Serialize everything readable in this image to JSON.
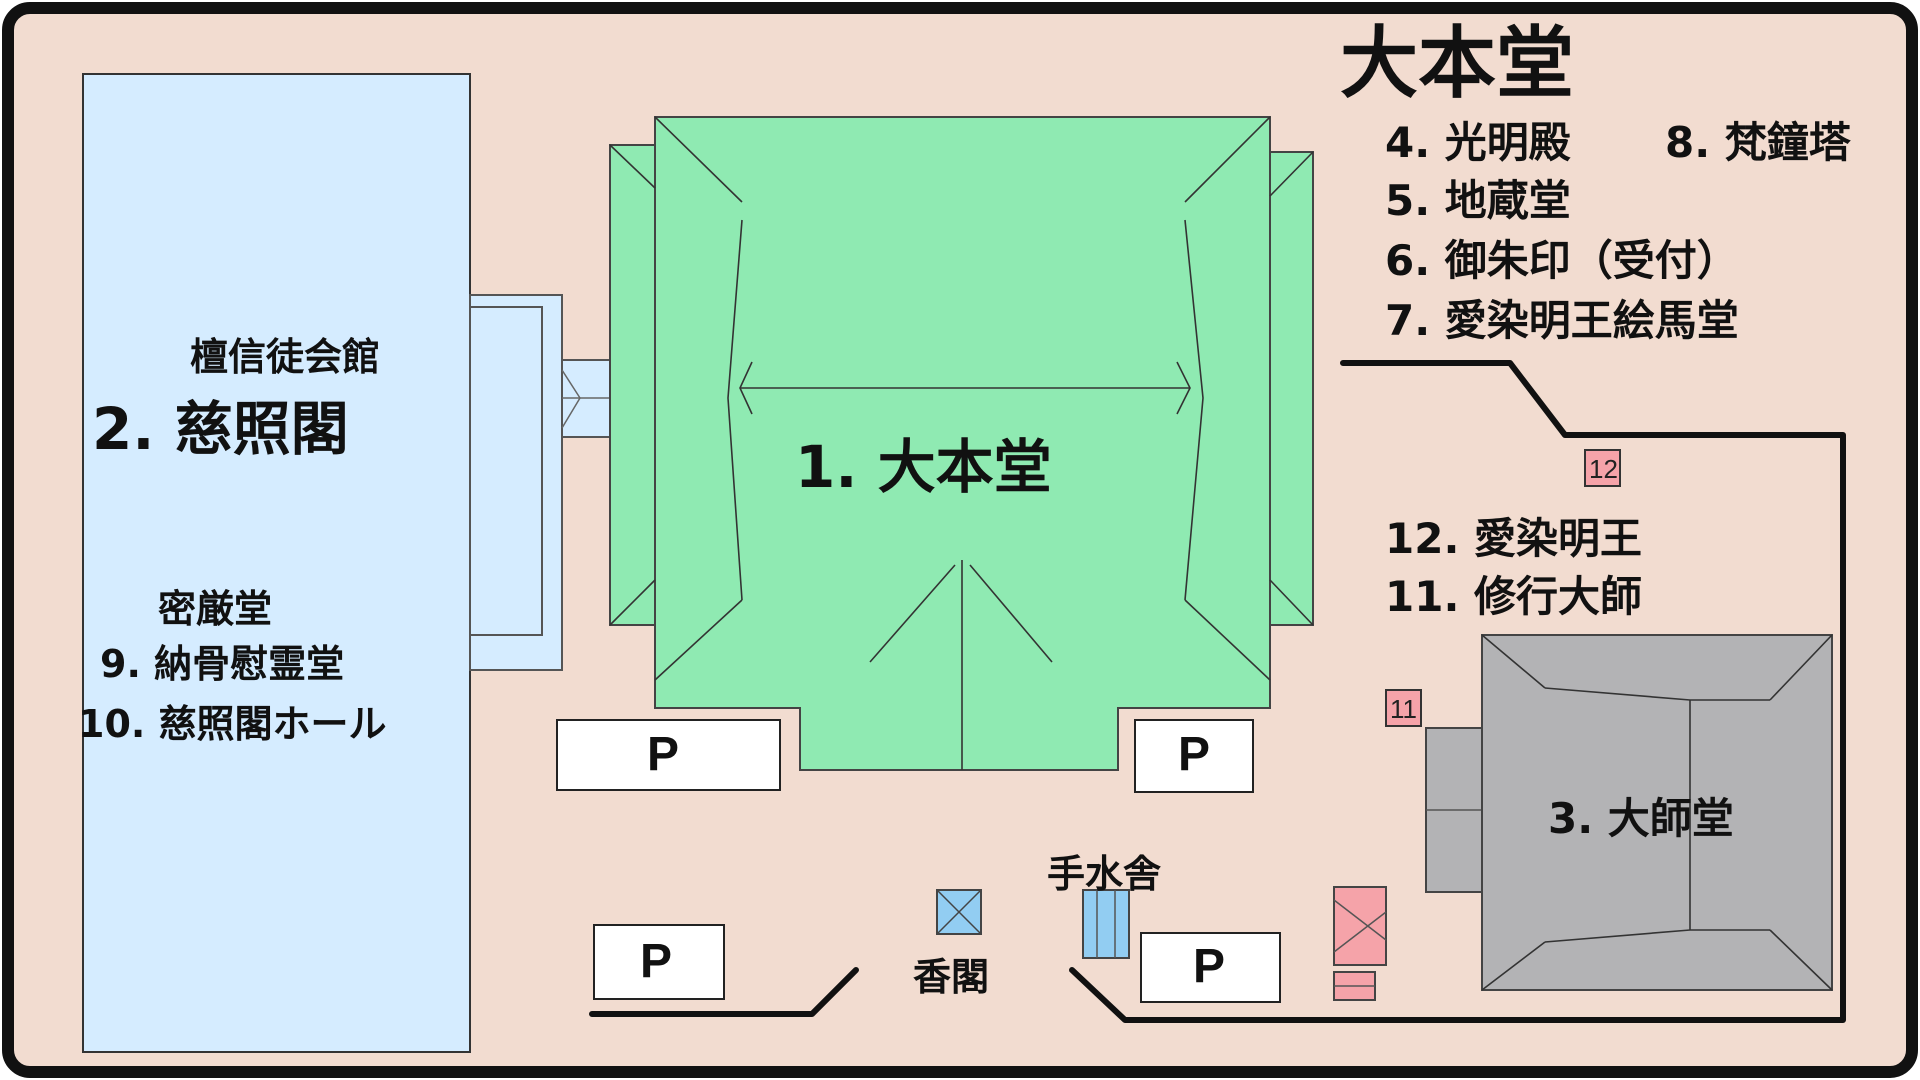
{
  "title": "大本堂",
  "legend": [
    "4. 光明殿",
    "8. 梵鐘塔",
    "5. 地蔵堂",
    "6. 御朱印（受付）",
    "7. 愛染明王絵馬堂"
  ],
  "buildings": {
    "main_hall": "1. 大本堂",
    "jishokaku": "2. 慈照閣",
    "jishokaku_sub": "檀信徒会館",
    "daishido": "3. 大師堂",
    "mitsugon": "密厳堂",
    "nokotsu": "9. 納骨慰霊堂",
    "hall": "10. 慈照閣ホール",
    "aizen": "12. 愛染明王",
    "shugyo": "11. 修行大師",
    "temizuya": "手水舎",
    "koukaku": "香閣"
  },
  "markers": {
    "m12": "12",
    "m11": "11"
  },
  "parking": {
    "label": "P"
  },
  "colors": {
    "ground": "#f2dcd0",
    "border": "#111111",
    "main_hall": "#8feab2",
    "jishokaku": "#d5ecff",
    "daishido": "#b3b3b5",
    "pink": "#f5a3a9",
    "water": "#92cdf2"
  }
}
